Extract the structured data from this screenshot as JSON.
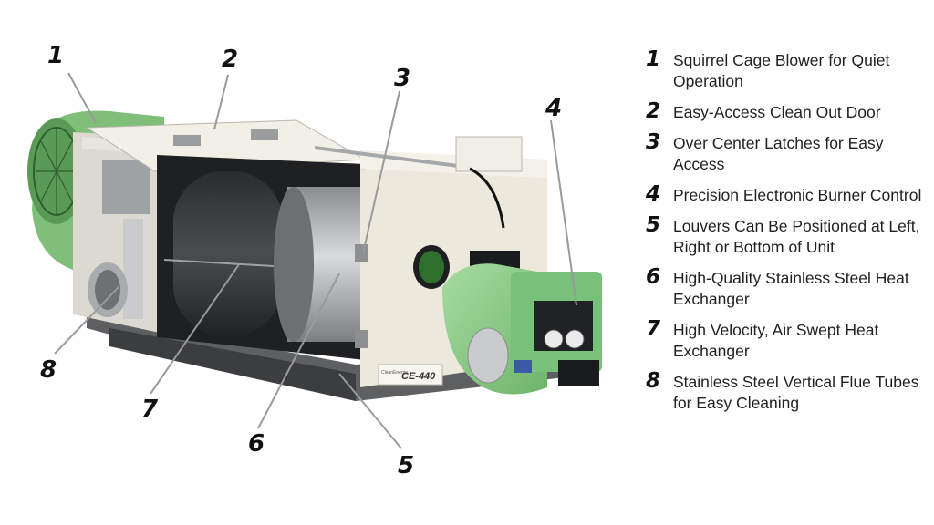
{
  "machine": {
    "brand": "CleanEnergy",
    "model": "CE-440"
  },
  "callouts": [
    "1",
    "2",
    "3",
    "4",
    "5",
    "6",
    "7",
    "8"
  ],
  "legend": [
    {
      "num": "1",
      "text": "Squirrel Cage Blower for Quiet Operation"
    },
    {
      "num": "2",
      "text": "Easy-Access Clean Out Door"
    },
    {
      "num": "3",
      "text": "Over Center Latches for Easy Access"
    },
    {
      "num": "4",
      "text": "Precision Electronic Burner Control"
    },
    {
      "num": "5",
      "text": "Louvers Can Be Positioned at Left, Right or Bottom of Unit"
    },
    {
      "num": "6",
      "text": "High-Quality Stainless Steel Heat Exchanger"
    },
    {
      "num": "7",
      "text": "High Velocity, Air Swept Heat Exchanger"
    },
    {
      "num": "8",
      "text": "Stainless Steel Vertical Flue Tubes for Easy Cleaning"
    }
  ],
  "colors": {
    "cabinet": "#ece9dc",
    "burner_green": "#8fcf8f",
    "blower_green": "#7fbf7a",
    "steel": "#b9bcbf",
    "dark_interior": "#1e2022",
    "base": "#6f6f6f"
  }
}
